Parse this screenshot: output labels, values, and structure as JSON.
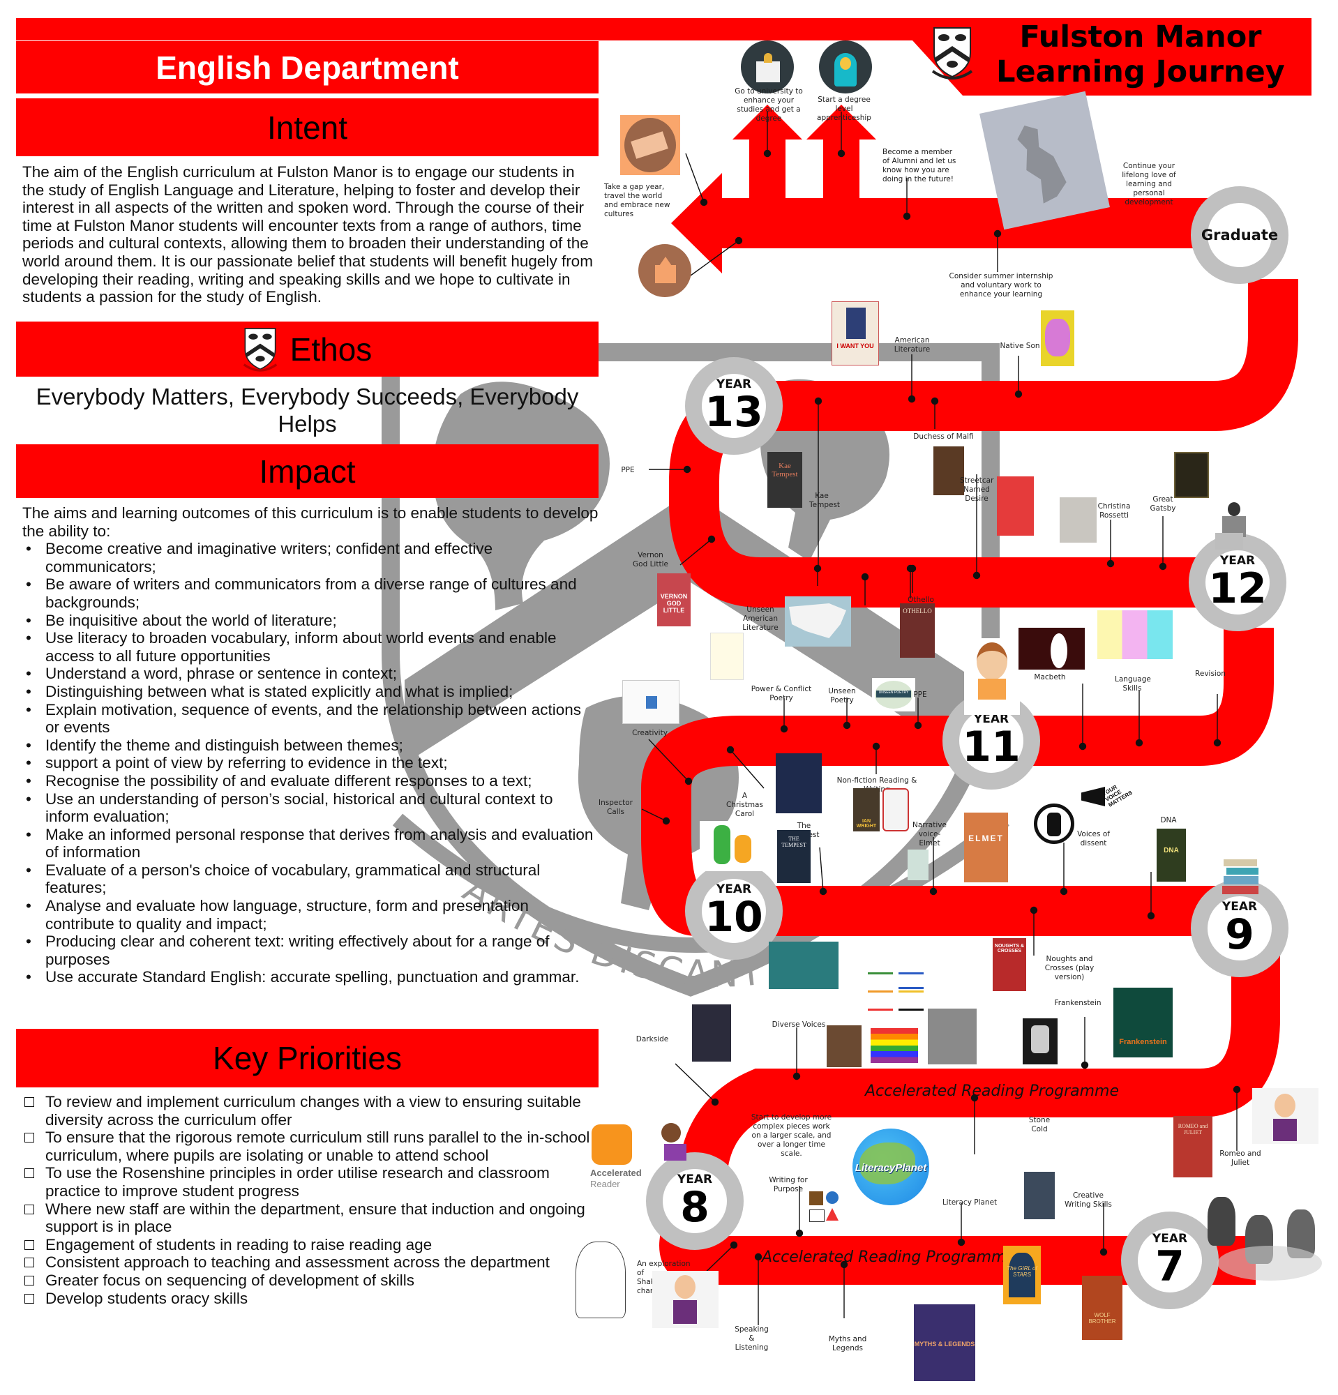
{
  "header": {
    "department_title": "English Department",
    "journey_title_line1": "Fulston Manor",
    "journey_title_line2": "Learning Journey"
  },
  "colors": {
    "accent_red": "#ff0000",
    "ring_grey": "#c0c0c0",
    "crest_grey": "#9a9a9a"
  },
  "intent": {
    "heading": "Intent",
    "text": "The aim of the English curriculum at Fulston Manor is to engage our students in the study of English Language and Literature, helping to foster and develop their interest in all aspects of the written and spoken word. Through the course of their time at Fulston Manor students will encounter texts from a range of authors, time periods and cultural contexts, allowing them to broaden their understanding of the world around them. It is our passionate belief that students will benefit hugely from developing their reading, writing and speaking skills and we hope to cultivate in students a passion for the study of English."
  },
  "ethos": {
    "heading": "Ethos",
    "text": "Everybody Matters, Everybody Succeeds, Everybody Helps"
  },
  "impact": {
    "heading": "Impact",
    "intro": "The aims and learning outcomes of this curriculum is to enable students to develop the ability to:",
    "items": [
      "Become creative and imaginative writers; confident and effective communicators;",
      "Be aware of writers and communicators from a diverse range of cultures and backgrounds;",
      "Be inquisitive about the world of literature;",
      "Use literacy to broaden vocabulary, inform about world events and enable access to all future opportunities",
      "Understand a word, phrase or sentence in context;",
      "Distinguishing between what is stated explicitly and what is implied;",
      "Explain motivation, sequence of events, and the relationship between actions or events",
      "Identify the theme and distinguish between themes;",
      "support a point of view by referring to evidence in the text;",
      "Recognise the possibility of and evaluate different responses to a text;",
      "Use an understanding of person’s social, historical and cultural context to inform evaluation;",
      "Make an informed personal response that derives from analysis and evaluation of information",
      "Evaluate of a person's choice of vocabulary, grammatical and structural features;",
      "Analyse and evaluate how language, structure, form and presentation contribute to quality and impact;",
      "Producing clear and coherent text: writing effectively about for a range of purposes",
      "Use accurate Standard English: accurate spelling, punctuation and grammar."
    ]
  },
  "key_priorities": {
    "heading": "Key Priorities",
    "items": [
      "To review and implement curriculum changes with a view to ensuring suitable diversity across the curriculum offer",
      "To ensure that the rigorous remote curriculum still runs parallel to the in-school curriculum, where pupils are isolating or unable to attend school",
      "To use the Rosenshine principles in order utilise research and classroom practice to improve student progress",
      "Where new staff are within the department, ensure that induction and ongoing support is in place",
      "Engagement of students in reading to raise reading age",
      "Consistent approach to teaching and assessment across the department",
      "Greater focus on sequencing of development of skills",
      "Develop students oracy skills"
    ]
  },
  "crest_motto": "ARTES DISCANT A",
  "milestones": {
    "graduate": "Graduate",
    "year_label": "YEAR",
    "years": [
      "13",
      "12",
      "11",
      "10",
      "9",
      "8",
      "7"
    ]
  },
  "future": {
    "university": "Go to university to enhance your studies and get a degree",
    "apprenticeship": "Start a degree level apprenticeship",
    "gap_year": "Take a gap year, travel the world and embrace new cultures",
    "alumni": "Become a member of  Alumni and let us know how you are doing in the future!",
    "lifelong": "Continue your lifelong love of learning and personal development",
    "internship": "Consider summer internship and voluntary work to enhance your learning"
  },
  "topics": {
    "american_literature": "American Literature",
    "native_son": "Native Son",
    "duchess_of_malfi": "Duchess of Malfi",
    "ppe_13": "PPE",
    "kae_tempest": "Kae Tempest",
    "streetcar": "Streetcar Named Desire",
    "christina_rossetti": "Christina Rossetti",
    "great_gatsby": "Great Gatsby",
    "vernon_god_little": "Vernon God Little",
    "unseen_american_literature": "Unseen American Literature",
    "othello": "Othello",
    "macbeth": "Macbeth",
    "language_skills": "Language Skills",
    "revision": "Revision",
    "power_conflict": "Power & Conflict Poetry",
    "unseen_poetry": "Unseen Poetry",
    "ppe_11": "PPE",
    "creativity": "Creativity",
    "christmas_carol": "A Christmas Carol",
    "non_fiction": "Non-fiction Reading & Writing",
    "inspector_calls": "Inspector Calls",
    "the_tempest": "The Tempest",
    "narrative_voice": "Narrative voice- Elmet",
    "voices_of_dissent": "Voices of dissent",
    "dna": "DNA",
    "noughts_crosses": "Noughts and Crosses (play version)",
    "frankenstein": "Frankenstein",
    "darkside": "Darkside",
    "diverse_voices": "Diverse Voices",
    "accelerated_reading_1": "Accelerated Reading Programme",
    "complex_pieces": "Start to develop more complex pieces work on a larger scale, and over a longer time scale.",
    "stone_cold": "Stone Cold",
    "romeo_juliet": "Romeo and Juliet",
    "writing_for_purpose": "Writing for Purpose",
    "literacy_planet": "Literacy Planet",
    "creative_writing": "Creative Writing Skills",
    "accelerated_reading_2": "Accelerated Reading Programme",
    "shakespeare_characters": "An exploration of Shakespeare's chara",
    "speaking_listening": "Speaking & Listening",
    "myths_legends": "Myths and Legends"
  },
  "images": {
    "accelerated_reader_logo_line1": "Accelerated",
    "accelerated_reader_logo_line2": "Reader",
    "literacy_planet_logo": "LiteracyPlanet",
    "i_want_you_poster": "I WANT YOU",
    "kae_tempest_cover": "Kae Tempest",
    "othello_cover": "OTHELLO",
    "vernon_cover": "VERNON GOD LITTLE",
    "tempest_cover": "THE TEMPEST",
    "elmet_cover": "ELMET",
    "dna_cover": "DNA",
    "noughts_cover": "NOUGHTS & CROSSES",
    "frankenstein_cover": "Frankenstein",
    "myths_cover": "MYTHS & LEGENDS",
    "wolf_brother_cover": "WOLF BROTHER",
    "girl_stars_cover": "The GIRL of STARS",
    "romeo_cover": "ROMEO and JULIET",
    "ian_wright_cover": "IAN WRIGHT",
    "your_voice_matters": "YOUR VOICE MATTERS",
    "unseen_poetry_badge": "UNSEEN POETRY"
  }
}
